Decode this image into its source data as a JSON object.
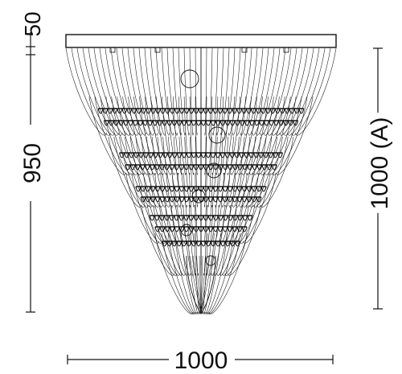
{
  "dimensions": {
    "canopy_height": "50",
    "body_height": "950",
    "total_height": "1000 (A)",
    "width": "1000"
  },
  "colors": {
    "line": "#111111",
    "background": "#ffffff"
  }
}
